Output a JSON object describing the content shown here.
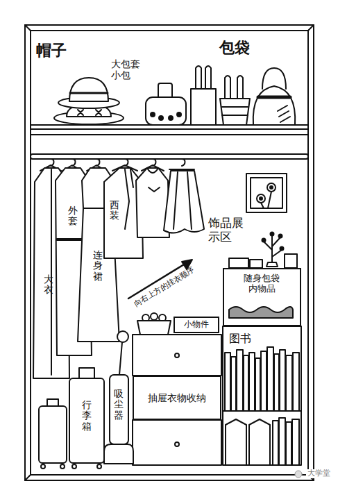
{
  "diagram": {
    "nodes": [
      {
        "text": [
          "小物件"
        ]
      },
      {
        "text": [
          "随身包袋内物品"
        ]
      },
      {
        "text": [
          "抽屉衣物收纳"
        ]
      }
    ],
    "labels": [
      "帽子",
      "包袋",
      "大包套小包",
      "西装",
      "饰品展示区",
      "外套",
      "连身裙",
      "大衣",
      "向右上方的挂衣顺序",
      "图书",
      "行李箱",
      "吸尘器",
      "大学堂"
    ]
  }
}
